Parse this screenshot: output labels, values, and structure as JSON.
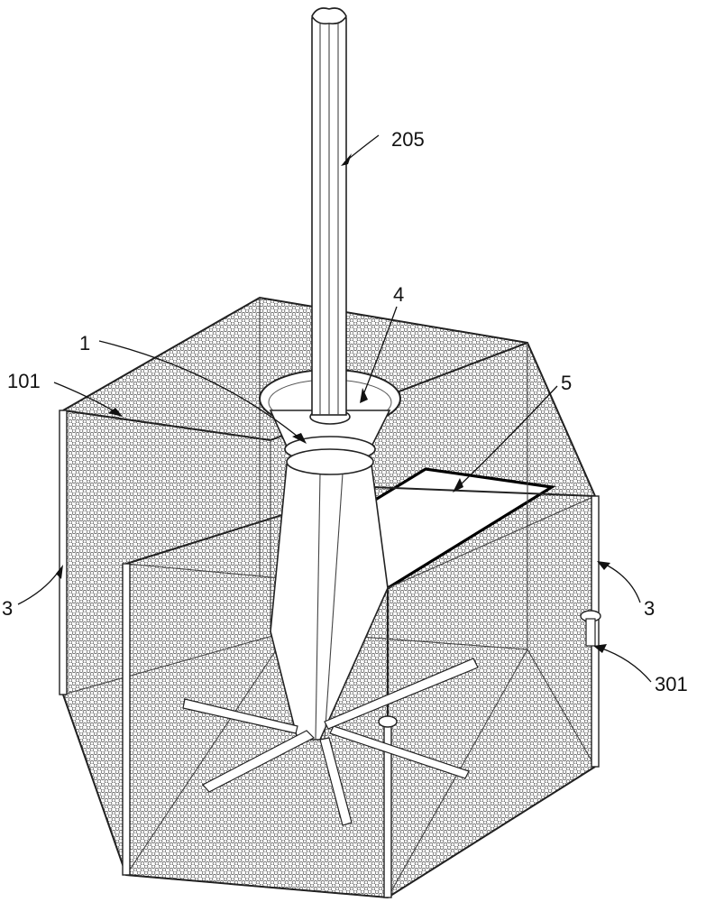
{
  "figure": {
    "labels": {
      "rod": "205",
      "funnel": "4",
      "cage": "1",
      "frame_edge": "101",
      "opening": "5",
      "post_left": "3",
      "post_right": "3",
      "float": "301"
    }
  },
  "colors": {
    "line": "#222222",
    "mesh": "#555555",
    "background": "#ffffff",
    "highlight": "#000000"
  }
}
